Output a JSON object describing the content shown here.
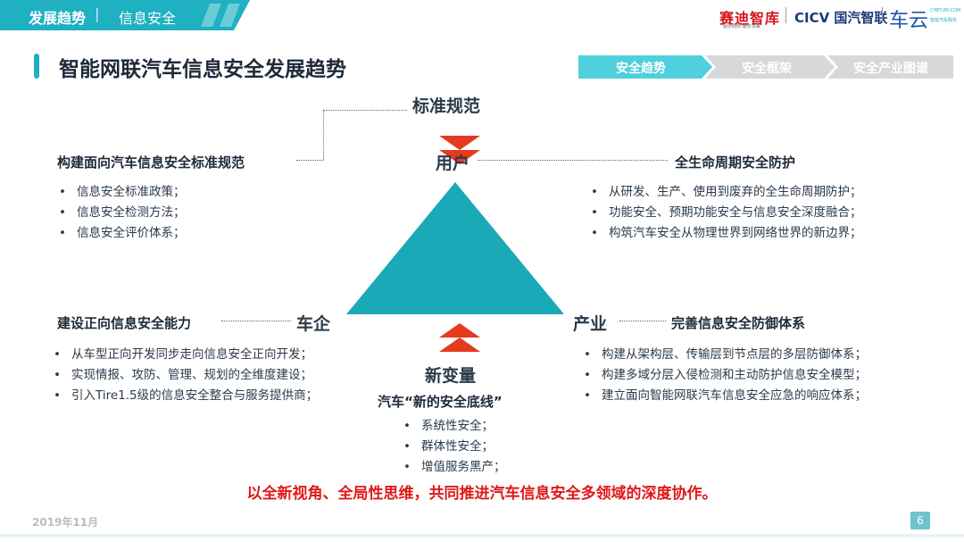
{
  "header": {
    "section_active": "发展趋势",
    "section_inactive": "信息安全",
    "logos": {
      "saidi": "赛迪智库",
      "saidi_sub": "服务政府·服务决策",
      "cicv": "CICV 国汽智联",
      "cheyun": "车云",
      "cheyun_sub1": "CHEYUN.COM",
      "cheyun_sub2": "智能汽车服务"
    }
  },
  "page_title": "智能网联汽车信息安全发展趋势",
  "breadcrumb": [
    "安全趋势",
    "安全框架",
    "安全产业图谱"
  ],
  "diagram": {
    "top_node": "标准规范",
    "user_node": "用户",
    "left_node": "车企",
    "right_node": "产业",
    "bottom_node": "新变量",
    "colors": {
      "triangle": "#1aa9b6",
      "arrow": "#e63a1f",
      "accent": "#1fb0c2"
    }
  },
  "blocks": {
    "standards": {
      "heading": "构建面向汽车信息安全标准规范",
      "items": [
        "信息安全标准政策；",
        "信息安全检测方法；",
        "信息安全评价体系；"
      ]
    },
    "lifecycle": {
      "heading": "全生命周期安全防护",
      "items": [
        "从研发、生产、使用到废弃的全生命周期防护；",
        "功能安全、预期功能安全与信息安全深度融合；",
        "构筑汽车安全从物理世界到网络世界的新边界；"
      ]
    },
    "oem": {
      "heading": "建设正向信息安全能力",
      "items": [
        "从车型正向开发同步走向信息安全正向开发；",
        "实现情报、攻防、管理、规划的全维度建设；",
        "引入Tire1.5级的信息安全整合与服务提供商；"
      ]
    },
    "industry": {
      "heading": "完善信息安全防御体系",
      "items": [
        "构建从架构层、传输层到节点层的多层防御体系；",
        "构建多域分层入侵检测和主动防护信息安全模型；",
        "建立面向智能网联汽车信息安全应急的响应体系；"
      ]
    },
    "baseline": {
      "heading": "汽车“新的安全底线”",
      "items": [
        "系统性安全；",
        "群体性安全；",
        "增值服务黑产；"
      ]
    }
  },
  "conclusion": "以全新视角、全局性思维，共同推进汽车信息安全多领域的深度协作。",
  "footer": {
    "date": "2019年11月",
    "page": "6"
  }
}
